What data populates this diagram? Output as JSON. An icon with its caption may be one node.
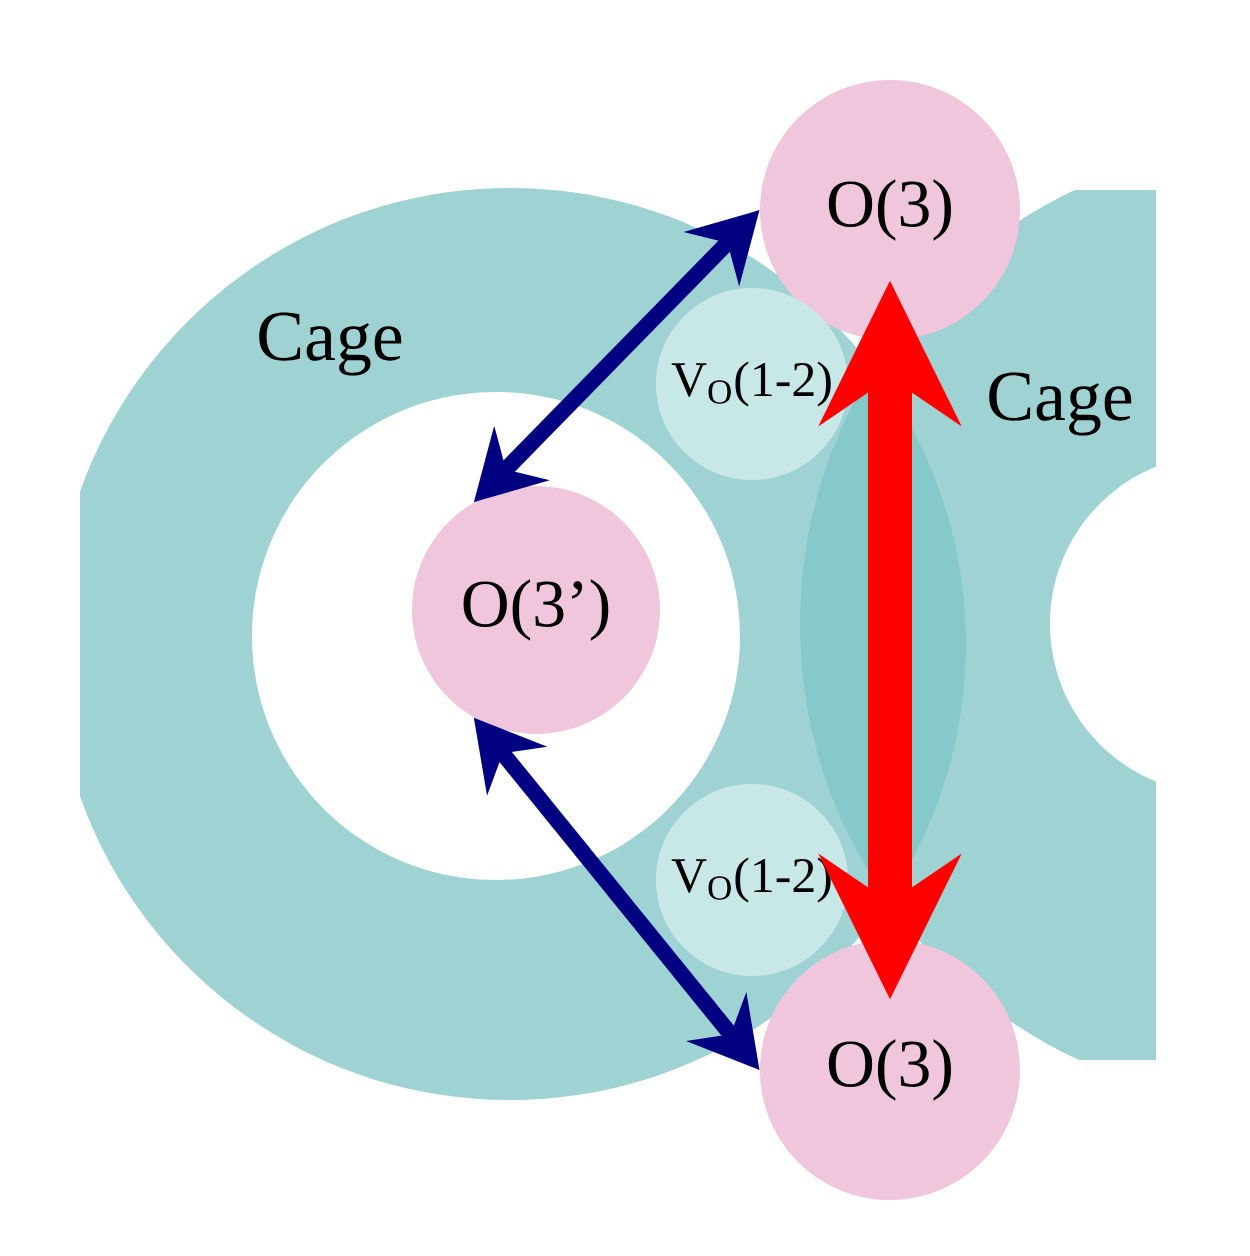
{
  "diagram": {
    "nodes": [
      {
        "text": [
          "O(3)"
        ]
      },
      {
        "text": [
          "O(3’)"
        ]
      },
      {
        "text": [
          "O(3)"
        ]
      },
      {
        "text": [
          "Cage"
        ]
      },
      {
        "text": [
          "Cage"
        ]
      },
      {
        "text": [
          "V$_{O}$(1-2)"
        ]
      },
      {
        "text": [
          "V$_{O}$(1-2)"
        ]
      }
    ],
    "edges": [
      {
        "from": 0,
        "to": 1,
        "arrow": "both"
      },
      {
        "from": 1,
        "to": 2,
        "arrow": "both"
      },
      {
        "from": 0,
        "to": 2,
        "arrow": "both",
        "style": "thick",
        "color": "#ff0000"
      }
    ]
  }
}
